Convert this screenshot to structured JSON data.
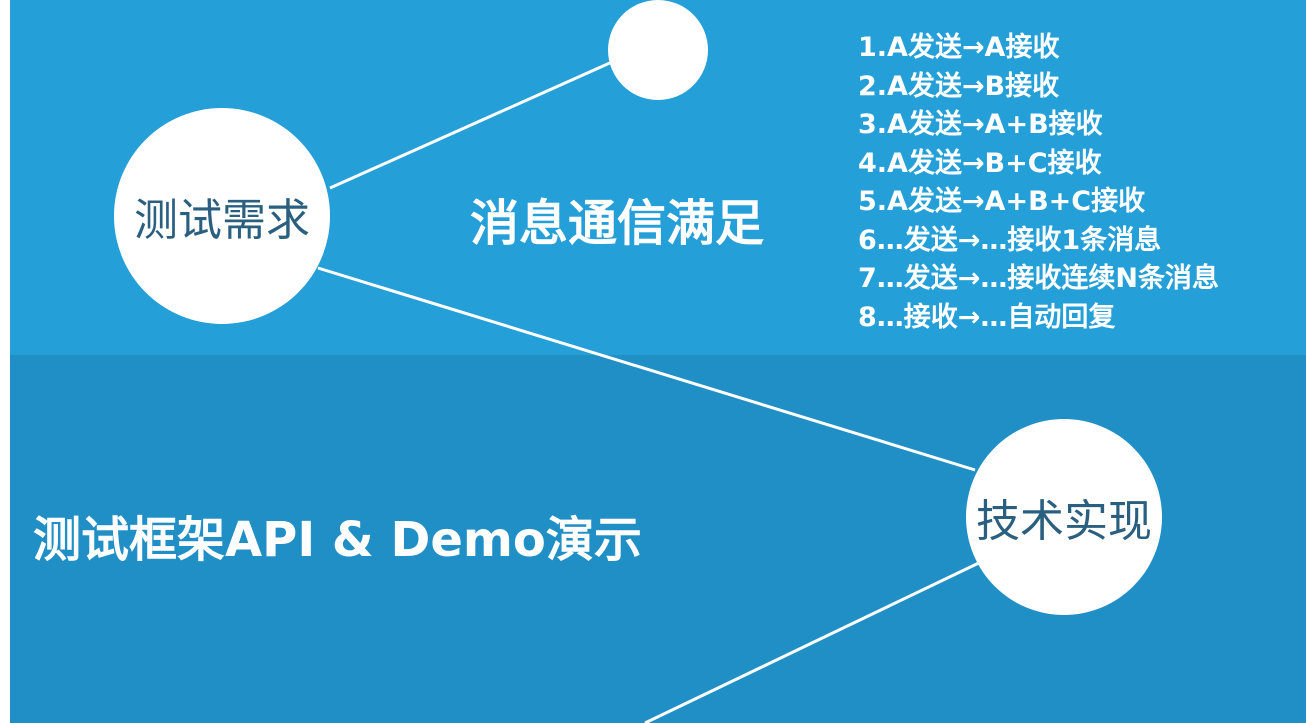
{
  "colors": {
    "band_top": "#259fd8",
    "band_bottom": "#1f8fc6",
    "circle_fill": "#ffffff",
    "circle_text": "#2a5f80",
    "heading_text": "#ffffff"
  },
  "nodes": {
    "top_node_label": "",
    "requirements_label": "测试需求",
    "implementation_label": "技术实现"
  },
  "headings": {
    "messaging": "消息通信满足",
    "framework": "测试框架API & Demo演示"
  },
  "requirements": [
    "1.A发送→A接收",
    "2.A发送→B接收",
    "3.A发送→A+B接收",
    "4.A发送→B+C接收",
    "5.A发送→A+B+C接收",
    "6…发送→…接收1条消息",
    "7…发送→…接收连续N条消息",
    "8…接收→…自动回复"
  ]
}
